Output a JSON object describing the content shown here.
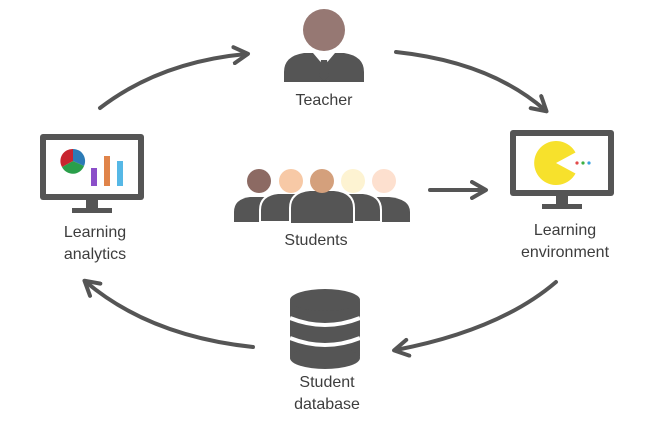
{
  "nodes": {
    "teacher": {
      "label": "Teacher"
    },
    "students": {
      "label": "Students"
    },
    "learning_analytics": {
      "line1": "Learning",
      "line2": "analytics"
    },
    "learning_environment": {
      "line1": "Learning",
      "line2": "environment"
    },
    "student_database": {
      "line1": "Student",
      "line2": "database"
    }
  },
  "colors": {
    "icon_dark": "#555555",
    "arrow": "#555555",
    "text": "#3d3d3d",
    "teacher_head": "#967873",
    "student_heads": [
      "#8c6a63",
      "#f7c9a6",
      "#d4a07c",
      "#fdf3d2",
      "#fde0cf"
    ],
    "pacman": "#f7e12c",
    "pie": [
      "#c8252f",
      "#2a9f4a",
      "#2c7bb6"
    ],
    "bars": [
      "#8b4fc9",
      "#e0844a",
      "#56b8e6"
    ],
    "dots": [
      "#e34a4a",
      "#3cb043",
      "#3aa0e0"
    ]
  }
}
